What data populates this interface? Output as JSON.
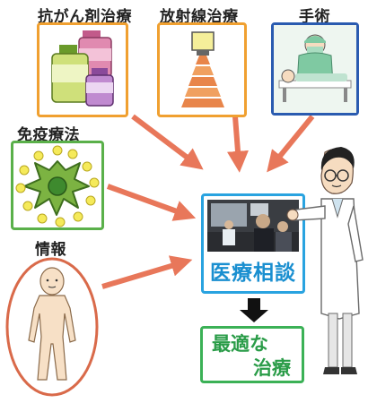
{
  "sources": {
    "chemo": {
      "label": "抗がん剤治療",
      "icon": "medicine-bottles-icon",
      "border_color": "#f0a030"
    },
    "radiation": {
      "label": "放射線治療",
      "icon": "radiation-beam-icon",
      "border_color": "#f0a030"
    },
    "surgery": {
      "label": "手術",
      "icon": "surgery-icon",
      "border_color": "#2a5bb0"
    },
    "immuno": {
      "label": "免疫療法",
      "icon": "immune-cell-icon",
      "border_color": "#5ab04a"
    },
    "info": {
      "label": "情報",
      "icon": "human-figure-icon",
      "border_color": "#d96a4a"
    }
  },
  "consultation": {
    "label": "医療相談",
    "border_color": "#29a3e0"
  },
  "result": {
    "line1": "最適な",
    "line2": "治療",
    "border_color": "#3bb156"
  },
  "colors": {
    "arrow": "#e8775a",
    "down_arrow": "#111111"
  }
}
